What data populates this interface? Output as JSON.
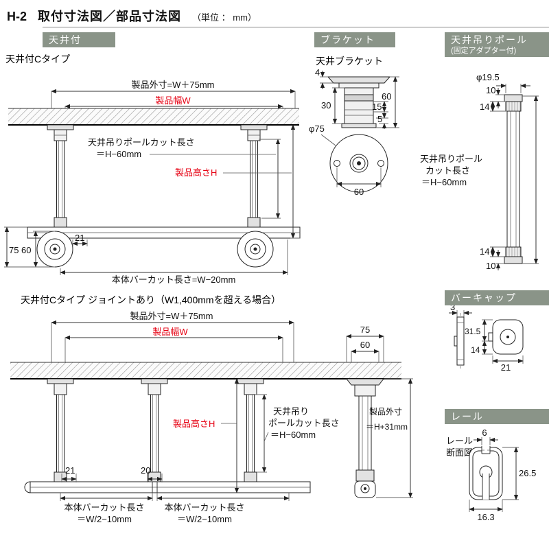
{
  "header": {
    "code": "H-2",
    "title": "取付寸法図／部品寸法図",
    "unit": "（単位 ： mm）"
  },
  "badges": {
    "ceiling": "天井付",
    "bracket": "ブラケット",
    "pole_line1": "天井吊りポール",
    "pole_line2": "(固定アダプター付)",
    "barcap": "バーキャップ",
    "rail": "レール"
  },
  "ceiling_c": {
    "title": "天井付Cタイプ",
    "outer": "製品外寸=W＋75mm",
    "width": "製品幅W",
    "pole_cut1": "天井吊りポールカット長さ",
    "pole_cut2": "＝H−60mm",
    "height": "製品高さH",
    "d75": "75",
    "d60": "60",
    "d21": "21",
    "bar_cut": "本体バーカット長さ=W−20mm"
  },
  "bracket": {
    "title": "天井ブラケット",
    "d4": "4",
    "d30": "30",
    "d60": "60",
    "d15": "15",
    "d5": "5",
    "phi75": "φ75",
    "d60b": "60"
  },
  "pole": {
    "phi": "φ19.5",
    "d10t": "10",
    "d14t": "14",
    "cut1": "天井吊りポール",
    "cut2": "カット長さ",
    "cut3": "＝H−60mm",
    "d14b": "14",
    "d10b": "10"
  },
  "ceiling_c_joint": {
    "title": "天井付Cタイプ ジョイントあり（W1,400mmを超える場合）",
    "outer": "製品外寸=W＋75mm",
    "width": "製品幅W",
    "height": "製品高さH",
    "pole_cut1": "天井吊り",
    "pole_cut2": "ポールカット長さ",
    "pole_cut3": "＝H−60mm",
    "d21": "21",
    "d20": "20",
    "bar_cut_l1": "本体バーカット長さ",
    "bar_cut_l2": "＝W/2−10mm",
    "bar_cut_r1": "本体バーカット長さ",
    "bar_cut_r2": "＝W/2−10mm",
    "d75": "75",
    "d60": "60",
    "outer_h1": "製品外寸",
    "outer_h2": "＝H+31mm"
  },
  "barcap": {
    "d3": "3",
    "d315": "31.5",
    "d14": "14",
    "d21": "21"
  },
  "rail": {
    "label1": "レール",
    "label2": "断面図",
    "d6": "6",
    "d265": "26.5",
    "d163": "16.3"
  },
  "colors": {
    "accent_red": "#e60012",
    "badge_green": "#8a9488"
  }
}
